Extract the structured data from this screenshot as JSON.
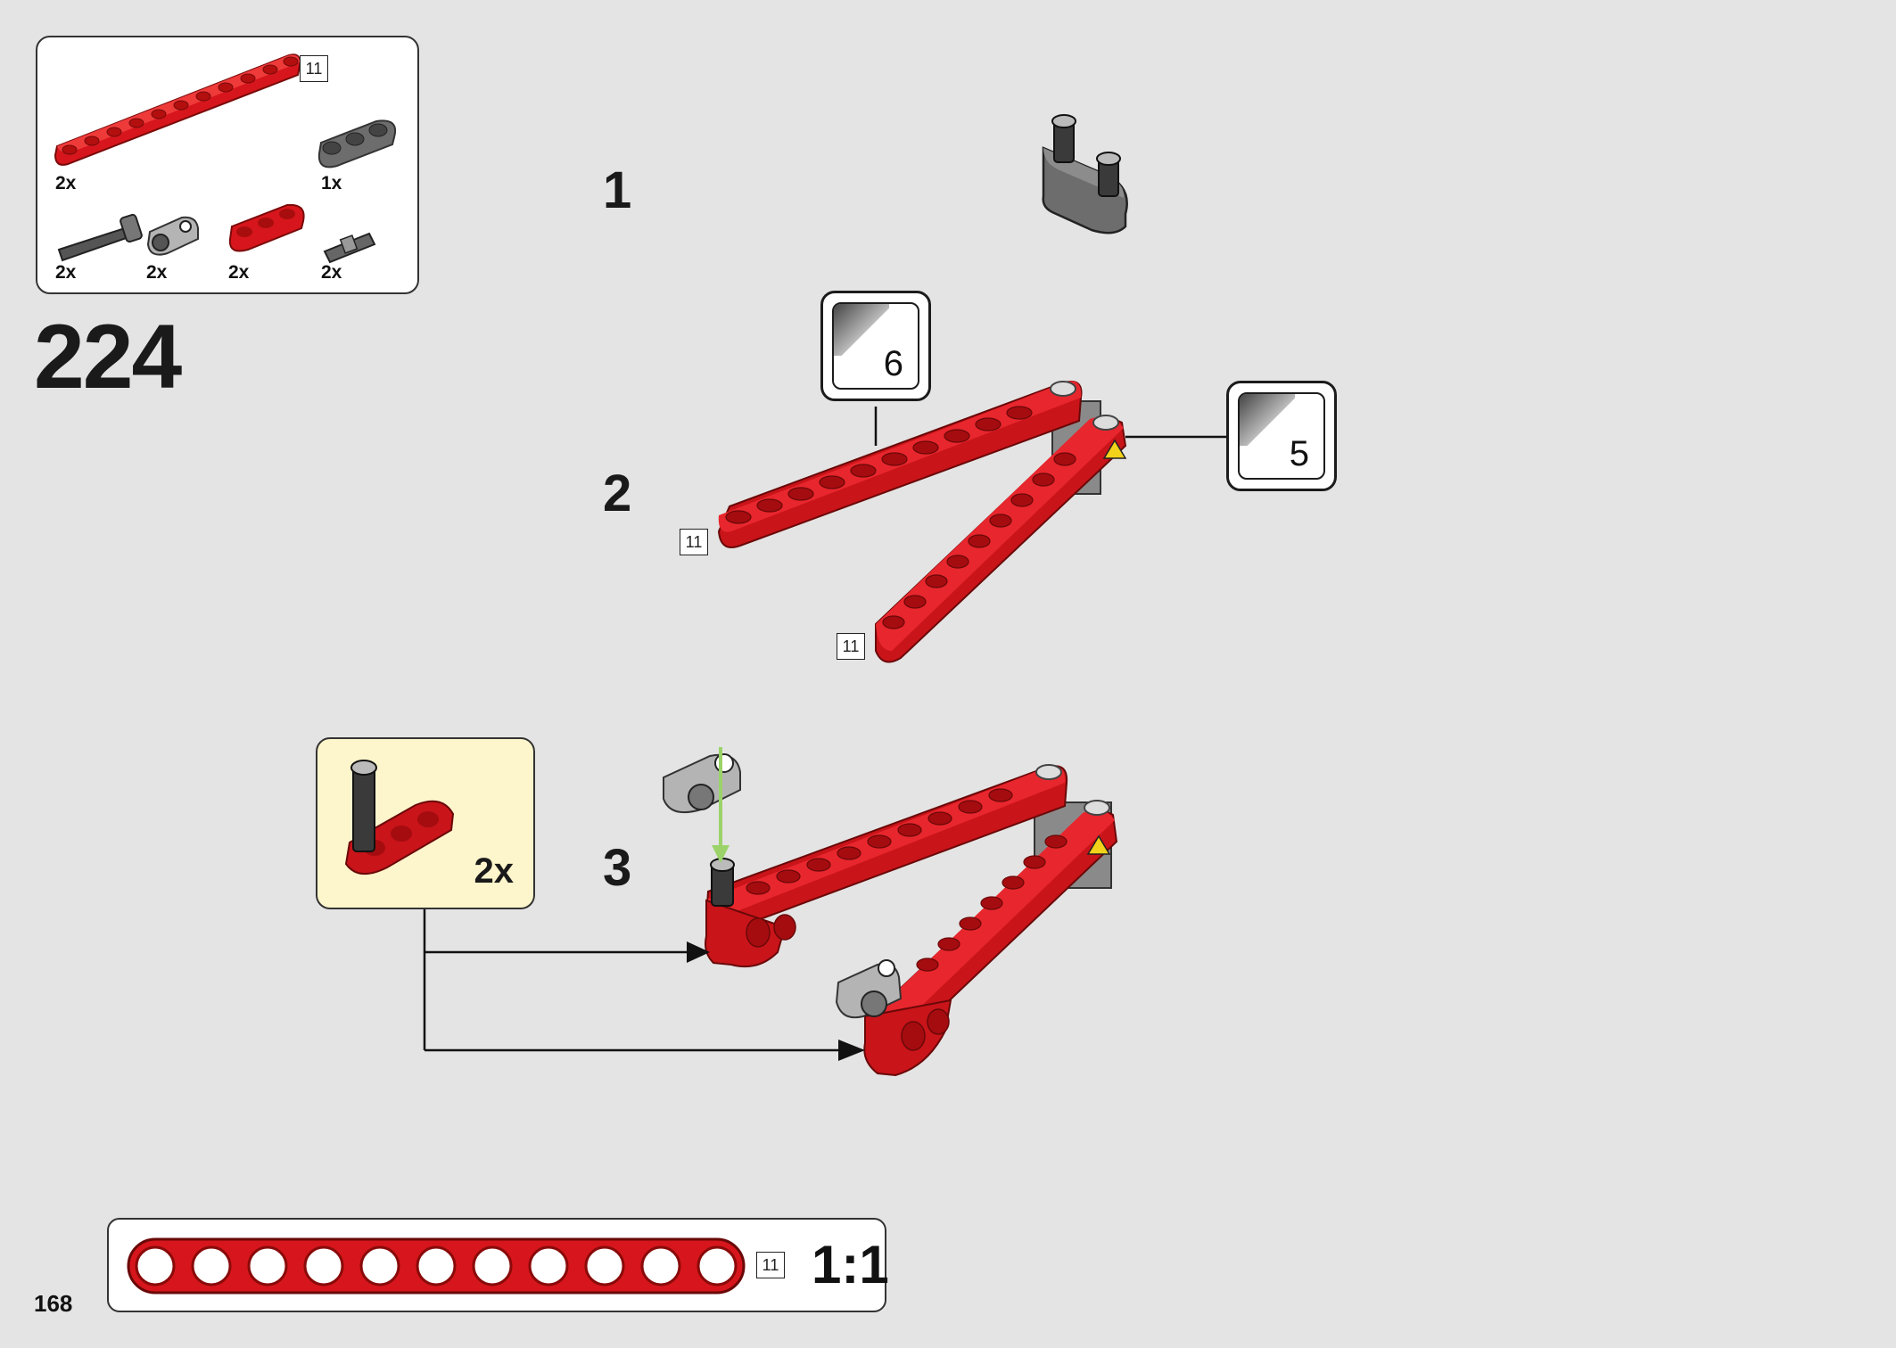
{
  "page": {
    "number": "168",
    "step": "224"
  },
  "parts_list": {
    "beam_length_label": "11",
    "items": [
      {
        "qty": "2x",
        "icon": "red-beam-11-icon",
        "color": "#cc1111"
      },
      {
        "qty": "1x",
        "icon": "grey-beam-3-icon",
        "color": "#7a7a7a"
      },
      {
        "qty": "2x",
        "icon": "axle-pin-icon",
        "color": "#555555"
      },
      {
        "qty": "2x",
        "icon": "cross-block-icon",
        "color": "#b0b0b0"
      },
      {
        "qty": "2x",
        "icon": "red-beam-3-icon",
        "color": "#cc1111"
      },
      {
        "qty": "2x",
        "icon": "pin-connector-icon",
        "color": "#666666"
      }
    ]
  },
  "substeps": [
    {
      "label": "1"
    },
    {
      "label": "2",
      "stickers": [
        "6",
        "5"
      ],
      "beam_labels": [
        "11",
        "11"
      ]
    },
    {
      "label": "3",
      "subassembly_qty": "2x"
    }
  ],
  "scale": {
    "beam_label": "11",
    "ratio": "1:1",
    "holes": 11
  },
  "colors": {
    "red": "#d6161c",
    "grey": "#6d6d6d",
    "background": "#e4e4e4",
    "subassembly_bg": "#fdf5cb"
  }
}
